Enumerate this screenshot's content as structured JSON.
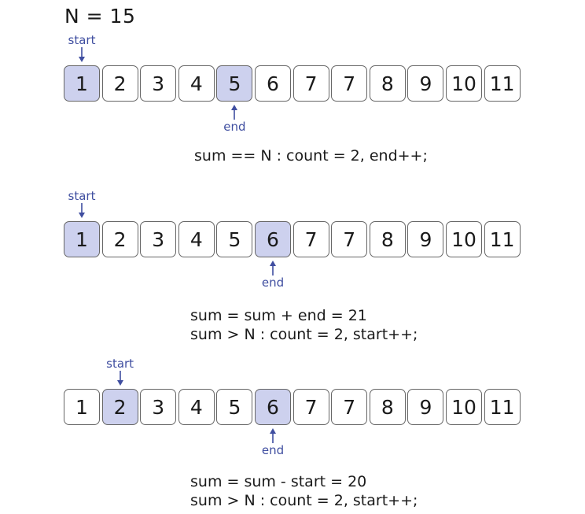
{
  "title": "N = 15",
  "arrays": [
    {
      "cells": [
        "1",
        "2",
        "3",
        "4",
        "5",
        "6",
        "7",
        "7",
        "8",
        "9",
        "10",
        "11"
      ],
      "highlight": [
        0,
        4
      ],
      "start_index": 0,
      "end_index": 4,
      "start_label": "start",
      "end_label": "end",
      "lines": [
        "sum == N : count = 2, end++;"
      ]
    },
    {
      "cells": [
        "1",
        "2",
        "3",
        "4",
        "5",
        "6",
        "7",
        "7",
        "8",
        "9",
        "10",
        "11"
      ],
      "highlight": [
        0,
        5
      ],
      "start_index": 0,
      "end_index": 5,
      "start_label": "start",
      "end_label": "end",
      "lines": [
        "sum = sum + end = 21",
        "sum > N : count = 2, start++;"
      ]
    },
    {
      "cells": [
        "1",
        "2",
        "3",
        "4",
        "5",
        "6",
        "7",
        "7",
        "8",
        "9",
        "10",
        "11"
      ],
      "highlight": [
        1,
        5
      ],
      "start_index": 1,
      "end_index": 5,
      "start_label": "start",
      "end_label": "end",
      "lines": [
        "sum = sum - start = 20",
        "sum > N : count = 2, start++;"
      ]
    }
  ],
  "colors": {
    "highlight": "#cdd1ee",
    "pointer": "#3f4ea0",
    "border": "#666666"
  }
}
